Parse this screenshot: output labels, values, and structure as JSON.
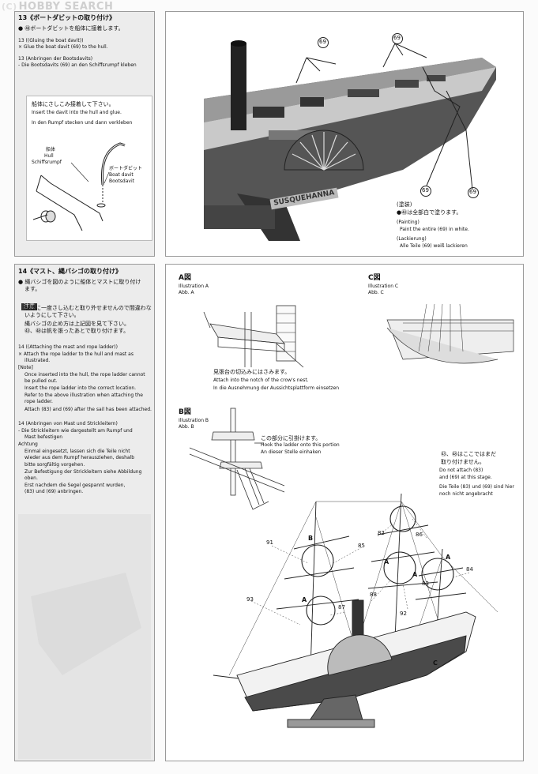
{
  "watermark": {
    "copyright": "(C)",
    "text": "HOBBY SEARCH"
  },
  "step13": {
    "title_jp": "13《ボートダビットの取り付け》",
    "instr_jp": "● ㊽ボートダビットを船体に接着します。",
    "en_title": "13 ((Gluing the boat davit))",
    "en_text": "× Glue the boat davit (69) to the hull.",
    "de_title": "13 (Anbringen der Bootsdavits)",
    "de_text": "- Die Bootsdavits (69) an den Schiffsrumpf kleben",
    "detail_jp": "船体にさしこみ接着して下さい。",
    "detail_en": "Insert the davit into the hull and glue.",
    "detail_de": "In den Rumpf stecken und dann verkleben",
    "hull_jp": "船体",
    "hull_en": "Hull",
    "hull_de": "Schiffsrumpf",
    "davit_jp": "ボートダビット",
    "davit_en": "Boat davit",
    "davit_de": "Bootsdavit",
    "part": "69",
    "painting_jp_head": "(塗装)",
    "painting_jp": "●㊽は全部白で塗ります。",
    "painting_en_head": "(Painting)",
    "painting_en": "Paint the entire (69) in white.",
    "painting_de_head": "(Lackierung)",
    "painting_de": "Alle Teile (69) weiß lackieren",
    "plate_text": "SUSQUEHANNA"
  },
  "step14": {
    "title_jp": "14《マスト、縄バシゴの取り付け》",
    "instr_jp_1": "● 縄バシゴを図のように船体とマストに取り付け",
    "instr_jp_2": "ます。",
    "note_tag": "注意",
    "note_jp_1": "船体に一度さし込むと取り外せませんので間違わな",
    "note_jp_2": "いようにして下さい。",
    "note_jp_3": "縄バシゴの止め方は上記図を見て下さい。",
    "note_jp_4": "㊸、㊽は帆を張ったあとで取り付けます。",
    "en_title": "14 ((Attaching the mast and rope ladder))",
    "en_text_1": "× Attach the rope ladder to the hull and mast as",
    "en_text_2": "illustrated.",
    "en_note_head": "[Note]",
    "en_note_1": "Once inserted into the hull, the rope ladder cannot",
    "en_note_2": "be pulled out.",
    "en_note_3": "Insert the rope ladder into the correct location.",
    "en_note_4": "Refer to the above illustration when attaching the",
    "en_note_5": "rope ladder.",
    "en_note_6": "Attach (83) and (69) after the sail has been attached.",
    "de_title": "14 (Anbringen von Mast und Strickleitern)",
    "de_text_1": "- Die Strickleitern wie dargestellt am Rumpf und",
    "de_text_2": "Mast befestigen",
    "de_note_head": "Achtung",
    "de_note_1": "Einmal eingesetzt, lassen sich die Teile nicht",
    "de_note_2": "wieder aus dem Rumpf herausziehen, deshalb",
    "de_note_3": "bitte sorgfältig vorgehen.",
    "de_note_4": "Zur Befestigung der Strickleitern siehe Abbildung",
    "de_note_5": "oben.",
    "de_note_6": "Erst nachdem die Segel gespannt wurden,",
    "de_note_7": "(83) und (69) anbringen.",
    "illA_jp": "A図",
    "illA_en": "Illustration A",
    "illA_de": "Abb. A",
    "illA_caption_jp": "見張台の切込みにはさみます。",
    "illA_caption_en": "Attach into the notch of the crow's nest.",
    "illA_caption_de": "In die Ausnehmung der Aussichtsplattform einsetzen",
    "illB_jp": "B図",
    "illB_en": "Illustration B",
    "illB_de": "Abb. B",
    "illB_caption_jp": "この部分に引掛けます。",
    "illB_caption_en": "Hook the ladder onto this portion",
    "illB_caption_de": "An dieser Stelle einhaken",
    "illC_jp": "C図",
    "illC_en": "Illustration C",
    "illC_de": "Abb. C",
    "warn_jp_1": "㊸、㊽はここではまだ",
    "warn_jp_2": "取り付けません。",
    "warn_en_1": "Do not attach (83)",
    "warn_en_2": "and (69) at this stage.",
    "warn_de_1": "Die Teile (83) und (69) sind hier",
    "warn_de_2": "noch nicht angebracht",
    "parts": [
      "91",
      "85",
      "82",
      "86",
      "84",
      "83",
      "87",
      "88",
      "92",
      "93"
    ],
    "letters": [
      "B",
      "A",
      "A",
      "A",
      "A",
      "C"
    ]
  }
}
